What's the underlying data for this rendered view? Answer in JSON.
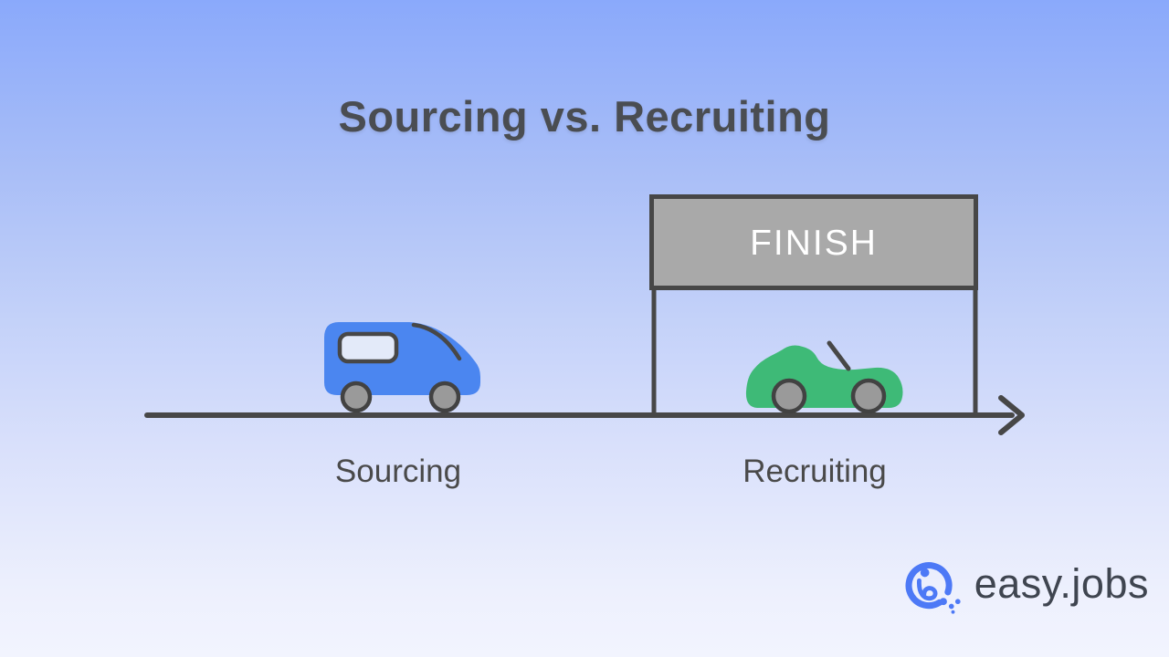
{
  "title": "Sourcing vs. Recruiting",
  "finish_banner": {
    "label": "FINISH"
  },
  "lanes": {
    "sourcing": {
      "label": "Sourcing",
      "vehicle": "blue-van"
    },
    "recruiting": {
      "label": "Recruiting",
      "vehicle": "green-convertible"
    }
  },
  "road": {
    "direction": "left-to-right-arrow"
  },
  "brand": {
    "name": "easy.jobs"
  },
  "colors": {
    "background_top": "#8aa9fb",
    "background_bottom": "#f2f4fe",
    "title_text": "#4a4d52",
    "label_text": "#4a4a4a",
    "outline_dark": "#474747",
    "banner_gray": "#a9a9a9",
    "finish_text": "#ffffff",
    "van_blue": "#4b86f0",
    "van_window": "#e3eaf9",
    "car_green": "#3eba77",
    "wheel_gray": "#9a9a9a",
    "brand_blue": "#4d79f6",
    "brand_text": "#3f4550"
  }
}
